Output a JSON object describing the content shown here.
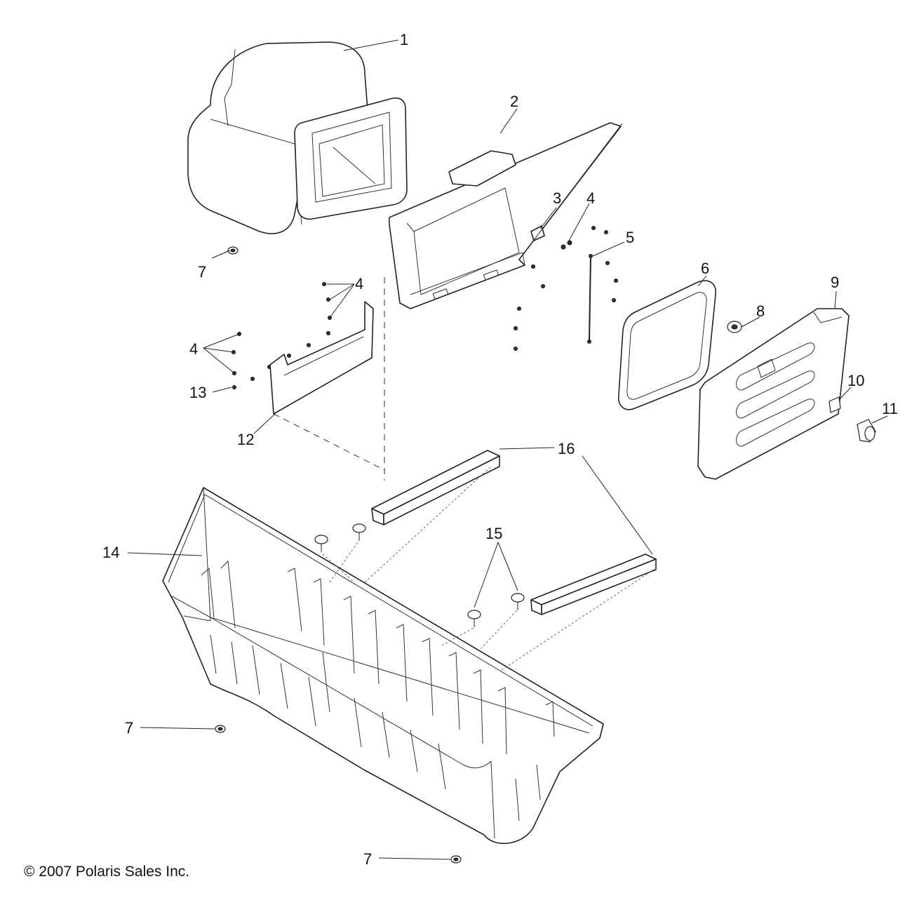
{
  "diagram": {
    "callouts": [
      "1",
      "2",
      "3",
      "4",
      "5",
      "6",
      "7",
      "8",
      "9",
      "10",
      "11",
      "12",
      "13",
      "14",
      "15",
      "16"
    ],
    "copyright": "© 2007 Polaris Sales Inc."
  }
}
